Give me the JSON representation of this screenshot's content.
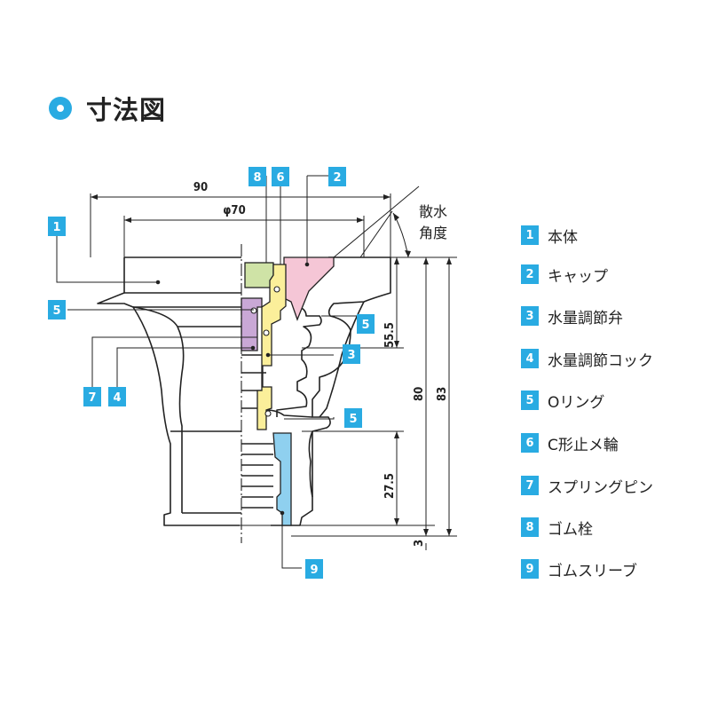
{
  "title": "寸法図",
  "dimensions": {
    "width_90": "90",
    "diameter_70": "φ70",
    "height_55_5": "55.5",
    "height_80": "80",
    "height_83": "83",
    "height_27_5": "27.5",
    "offset_3": "3"
  },
  "spray_angle_label": [
    "散水",
    "角度"
  ],
  "callouts": [
    "1",
    "2",
    "3",
    "4",
    "5",
    "5",
    "5",
    "6",
    "7",
    "8",
    "9"
  ],
  "legend": [
    {
      "num": "1",
      "label": "本体"
    },
    {
      "num": "2",
      "label": "キャップ"
    },
    {
      "num": "3",
      "label": "水量調節弁"
    },
    {
      "num": "4",
      "label": "水量調節コック"
    },
    {
      "num": "5",
      "label": "Oリング"
    },
    {
      "num": "6",
      "label": "C形止メ輪"
    },
    {
      "num": "7",
      "label": "スプリングピン"
    },
    {
      "num": "8",
      "label": "ゴム栓"
    },
    {
      "num": "9",
      "label": "ゴムスリーブ"
    }
  ],
  "colors": {
    "accent": "#29abe2",
    "cap_pink": "#f5c6d6",
    "plug_green": "#cfe3a6",
    "valve_yellow": "#fbef9a",
    "cock_purple": "#c9a8d6",
    "sleeve_blue": "#8fd0ef"
  }
}
